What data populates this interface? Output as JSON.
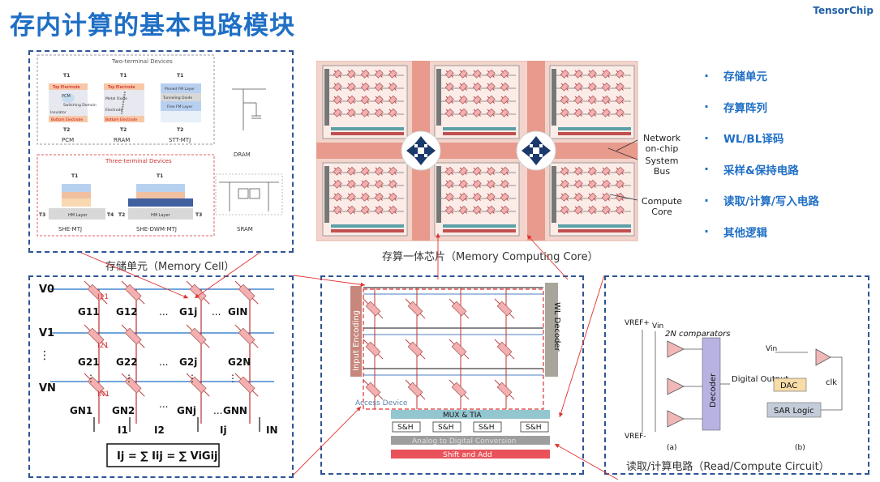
{
  "header": {
    "title": "存内计算的基本电路模块",
    "brand": "TensorChip"
  },
  "memory_cell": {
    "two_terminal_title": "Two-terminal Devices",
    "three_terminal_title": "Three-terminal Devices",
    "devices": {
      "pcm": "PCM",
      "rram": "RRAM",
      "stt": "STT-MTJ",
      "she": "SHE-MTJ",
      "she_dwm": "SHE-DWM-MTJ",
      "dram": "DRAM",
      "sram": "SRAM"
    },
    "layers": {
      "top_electrode": "Top Electrode",
      "bottom_electrode": "Bottom Electrode",
      "pcm_label": "PCM",
      "switching_domain": "Switching Domain",
      "insulator": "Insulator",
      "metal_oxide": "Metal Oxide",
      "electrode": "Electrode",
      "pinned_fm": "Pinned FM Layer",
      "tunneling_oxide": "Tunneling Oxide",
      "free_fm": "Free FM Layer",
      "hm_layer": "HM Layer"
    },
    "terminals": {
      "t1": "T1",
      "t2": "T2",
      "t3": "T3",
      "t4": "T4"
    },
    "caption": "存储单元（Memory Cell）"
  },
  "core": {
    "labels": [
      "Network on-chip",
      "System Bus",
      "Compute Core"
    ],
    "caption": "存算一体芯片（Memory Computing Core）"
  },
  "bullets": [
    "存储单元",
    "存算阵列",
    "WL/BL译码",
    "采样&保持电路",
    "读取/计算/写入电路",
    "其他逻辑"
  ],
  "crossbar": {
    "rows": [
      "V0",
      "V1",
      "VN"
    ],
    "conductances": [
      [
        "G11",
        "G12",
        "G1j",
        "GIN"
      ],
      [
        "G21",
        "G22",
        "G2j",
        "G2N"
      ],
      [
        "GN1",
        "GN2",
        "GNj",
        "GNN"
      ]
    ],
    "currents": [
      "I1",
      "I2",
      "Ij",
      "IN"
    ],
    "cell_currents": [
      "I11",
      "I21",
      "IN1"
    ],
    "dots": "...",
    "vdots": "⋮",
    "formula": "Ij = ∑ Iij = ∑ ViGij"
  },
  "array": {
    "input_encoding": "Input Encoding",
    "wl_decoder": "WL Decoder",
    "access_device": "Access Device",
    "mux": "MUX & TIA",
    "sh": "S&H",
    "adc": "Analog to Digital Conversion",
    "shift": "Shift and Add"
  },
  "readout": {
    "vref_pos": "VREF+",
    "vref_neg": "VREF-",
    "vin": "Vin",
    "comparators": "2N comparators",
    "decoder": "Decoder",
    "output": "Digital Output",
    "dac": "DAC",
    "sar": "SAR Logic",
    "clk": "clk",
    "label_a": "(a)",
    "label_b": "(b)",
    "caption": "读取/计算电路（Read/Compute Circuit）"
  },
  "colors": {
    "accent": "#1f6fc5",
    "panel_border": "#2f5496",
    "arrow": "#e03030",
    "resistor": "#f4b0b0",
    "chip_bg": "#f3d4cc",
    "bus": "#e89a8c"
  }
}
